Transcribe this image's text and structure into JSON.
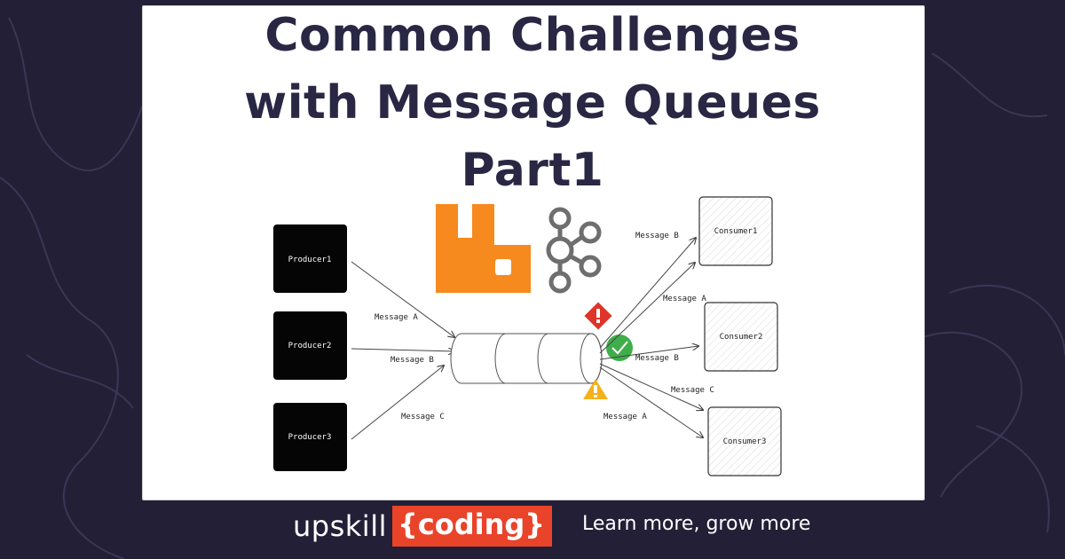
{
  "title": {
    "line1": "Common Challenges",
    "line2": "with Message Queues",
    "line3": "Part1"
  },
  "producers": [
    "Producer1",
    "Producer2",
    "Producer3"
  ],
  "consumers": [
    "Consumer1",
    "Consumer2",
    "Consumer3"
  ],
  "producer_messages": [
    "Message A",
    "Message B",
    "Message C"
  ],
  "consumer_messages": {
    "to_consumer1": "Message B",
    "to_consumer2_top": "Message A",
    "to_consumer2_mid": "Message B",
    "to_consumer3_top": "Message C",
    "to_consumer3_bottom": "Message A"
  },
  "icons": [
    "rabbitmq-icon",
    "kafka-icon",
    "error-icon",
    "success-check-icon",
    "warning-icon"
  ],
  "colors": {
    "background": "#221f37",
    "title": "#2a2744",
    "rabbitmq": "#f68a1e",
    "kafka": "#6e6e6e",
    "error": "#e0342a",
    "success": "#3fae4a",
    "warning": "#f3b11c",
    "brand": "#e9432a"
  },
  "footer": {
    "brand_left": "upskill",
    "brand_right": "{coding}",
    "tagline": "Learn more, grow more"
  }
}
